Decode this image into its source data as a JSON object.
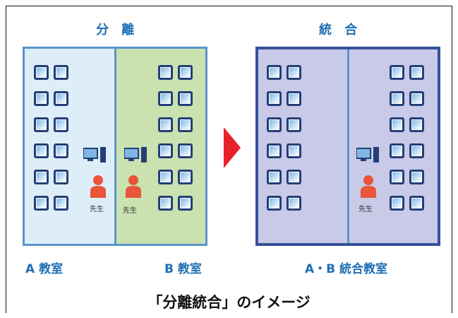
{
  "labels": {
    "bunri": "分 離",
    "tougou": "統 合",
    "room_a": "A 教室",
    "room_b": "B 教室",
    "room_ab": "A・B 統合教室",
    "teacher": "先生"
  },
  "caption": "「分離統合」のイメージ",
  "colors": {
    "panel_border": "#5b95cc",
    "room_a_fill": "#deeef8",
    "room_b_fill": "#c9e2b0",
    "combined_fill": "#c9c9e8",
    "combined_border": "#34509a",
    "arrow": "#e8202a",
    "label_text": "#1f6fb3",
    "teacher": "#e8553a"
  },
  "icons": [
    "desk-icon",
    "computer-icon",
    "teacher-icon",
    "arrow-right-icon"
  ]
}
